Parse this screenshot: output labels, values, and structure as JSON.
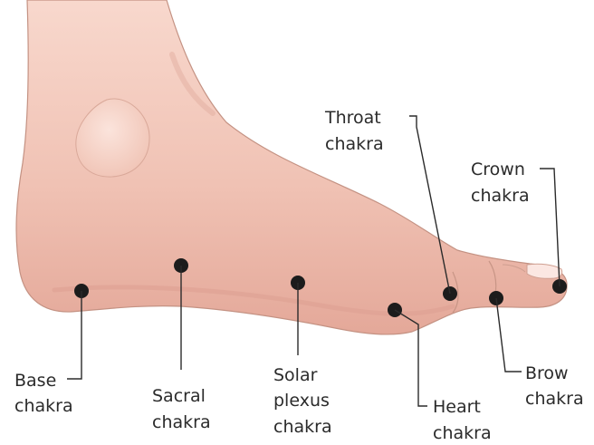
{
  "colors": {
    "skin_light": "#f6d3c7",
    "skin_mid": "#efbcae",
    "skin_dark": "#dfa192",
    "outline": "#b98373",
    "ankle_bone": "#f8dcd2",
    "toenail": "#fbe7e2",
    "dot": "#1c1c1c",
    "text": "#2b2b2b"
  },
  "points": [
    {
      "id": "base",
      "lines": [
        "Base",
        "chakra"
      ]
    },
    {
      "id": "sacral",
      "lines": [
        "Sacral",
        "chakra"
      ]
    },
    {
      "id": "solar",
      "lines": [
        "Solar",
        "plexus",
        "chakra"
      ]
    },
    {
      "id": "heart",
      "lines": [
        "Heart",
        "chakra"
      ]
    },
    {
      "id": "throat",
      "lines": [
        "Throat",
        "chakra"
      ]
    },
    {
      "id": "brow",
      "lines": [
        "Brow",
        "chakra"
      ]
    },
    {
      "id": "crown",
      "lines": [
        "Crown",
        "chakra"
      ]
    }
  ]
}
